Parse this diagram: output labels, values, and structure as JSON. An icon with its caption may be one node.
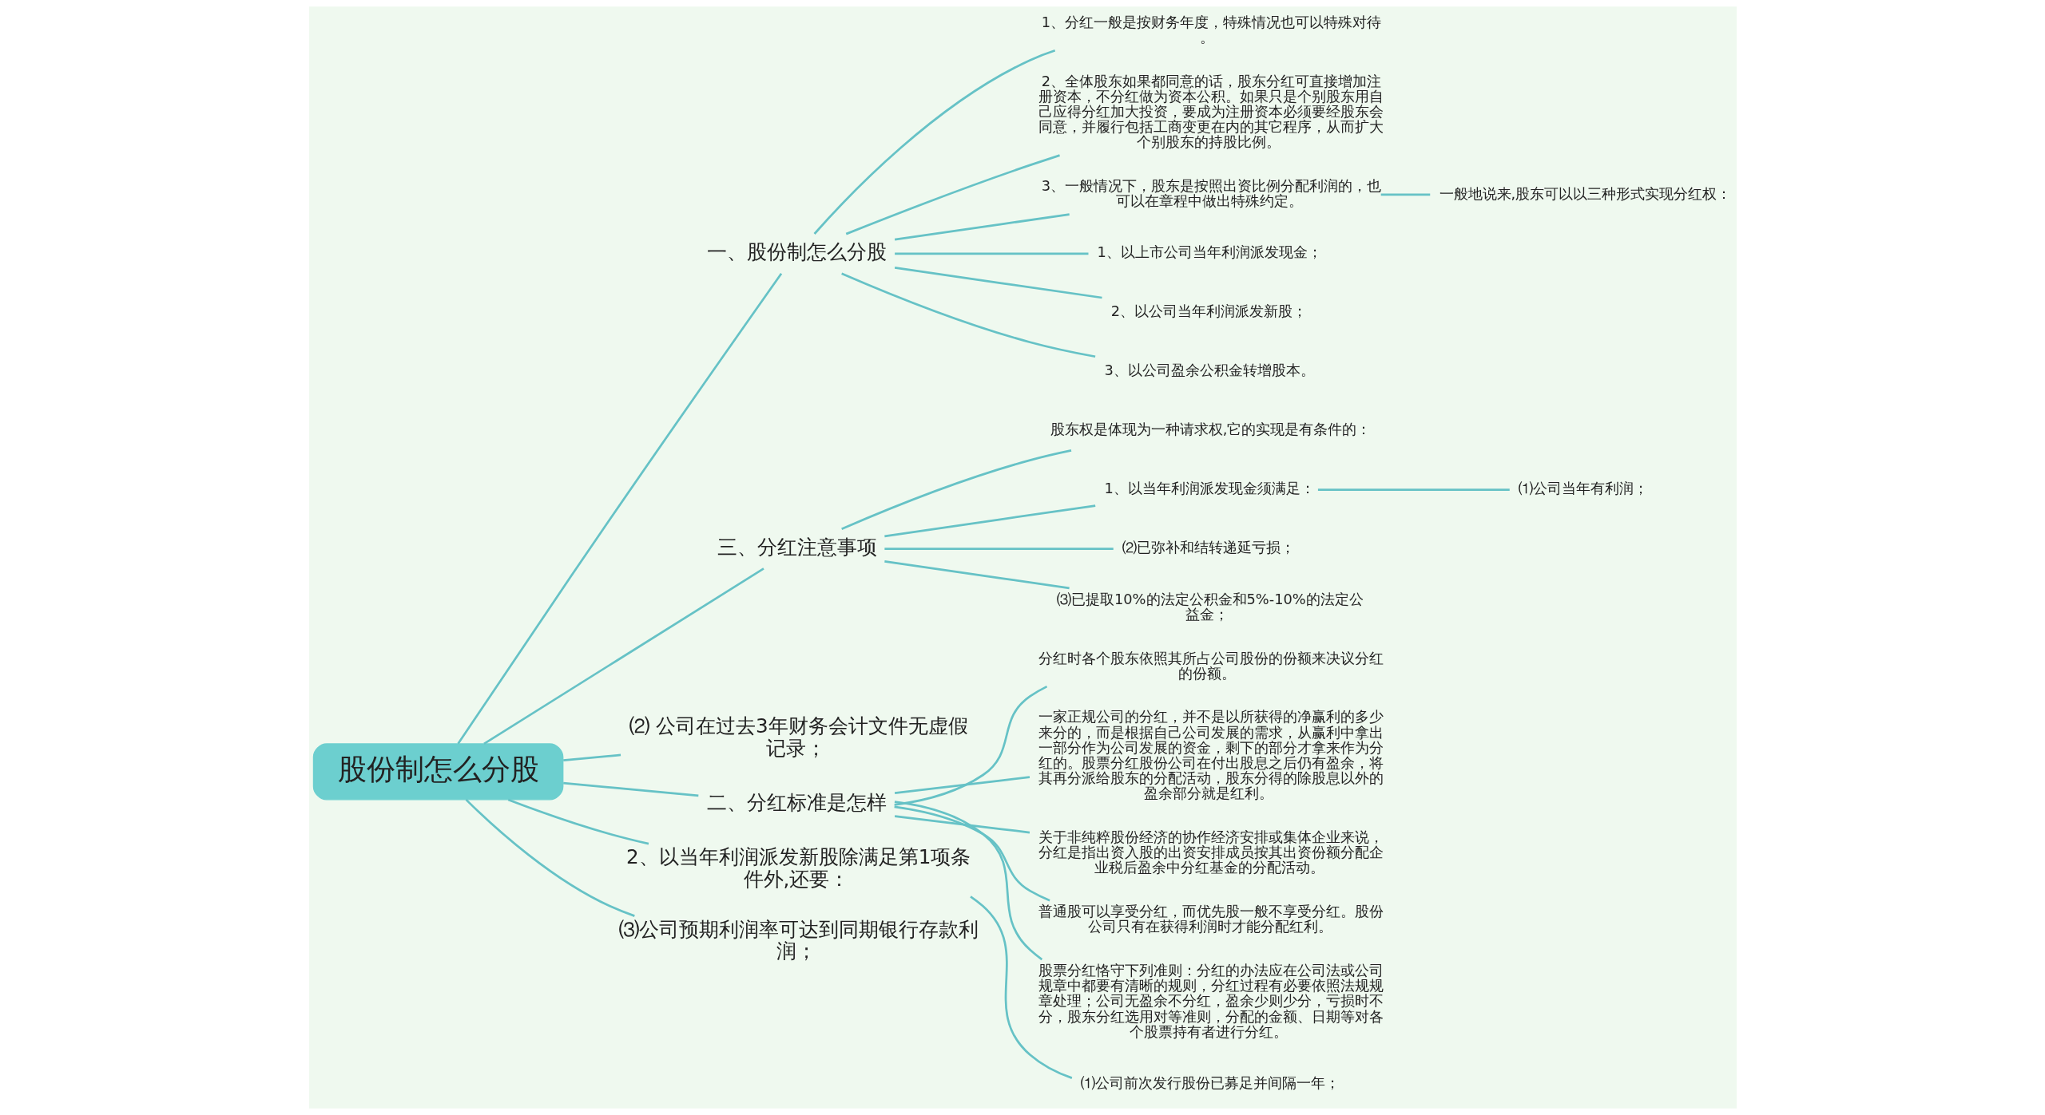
{
  "diagram": {
    "nodes": [
      {
        "text": [
          "股份制怎么分股"
        ]
      },
      {
        "text": [
          "一、股份制怎么分股"
        ]
      },
      {
        "text": [
          "1、分红一般是按财务年度，特殊情况也可以特殊对待。"
        ]
      },
      {
        "text": [
          "2、全体股东如果都同意的话，股东分红可直接增加注册资本，不分红做为资本公积。如果只是个别股东用自己应得分红加大投资，要成为注册资本必须要经股东会同意，并履行包括工商变更在内的其它程序，从而扩大个别股东的持股比例。"
        ]
      },
      {
        "text": [
          "3、一般情况下，股东是按照出资比例分配利润的，也可以在章程中做出特殊约定。"
        ]
      },
      {
        "text": [
          "一般地说来,股东可以以三种形式实现分红权："
        ]
      },
      {
        "text": [
          "1、以上市公司当年利润派发现金；"
        ]
      },
      {
        "text": [
          "2、以公司当年利润派发新股；"
        ]
      },
      {
        "text": [
          "3、以公司盈余公积金转增股本。"
        ]
      },
      {
        "text": [
          "三、分红注意事项"
        ]
      },
      {
        "text": [
          "股东权是体现为一种请求权,它的实现是有条件的："
        ]
      },
      {
        "text": [
          "1、以当年利润派发现金须满足："
        ]
      },
      {
        "text": [
          "⑴公司当年有利润；"
        ]
      },
      {
        "text": [
          "⑵已弥补和结转递延亏损；"
        ]
      },
      {
        "text": [
          "⑶已提取10%的法定公积金和5%-10%的法定公益金；"
        ]
      },
      {
        "text": [
          "⑵ 公司在过去3年财务会计文件无虚假记录；"
        ]
      },
      {
        "text": [
          "二、分红标准是怎样"
        ]
      },
      {
        "text": [
          "分红时各个股东依照其所占公司股份的份额来决议分红的份额。"
        ]
      },
      {
        "text": [
          "一家正规公司的分红，并不是以所获得的净赢利的多少来分的，而是根据自己公司发展的需求，从赢利中拿出一部分作为公司发展的资金，剩下的部分才拿来作为分红的。股票分红股份公司在付出股息之后仍有盈余，将其再分派给股东的分配活动，股东分得的除股息以外的盈余部分就是红利。"
        ]
      },
      {
        "text": [
          "关于非纯粹股份经济的协作经济安排或集体企业来说，分红是指出资入股的出资安排成员按其出资份额分配企业税后盈余中分红基金的分配活动。"
        ]
      },
      {
        "text": [
          "普通股可以享受分红，而优先股一般不享受分红。股份公司只有在获得利润时才能分配红利。"
        ]
      },
      {
        "text": [
          "股票分红恪守下列准则：分红的办法应在公司法或公司规章中都要有清晰的规则，分红过程有必要依照法规规章处理；公司无盈余不分红，盈余少则少分，亏损时不分，股东分红选用对等准则，分配的金额、日期等对各个股票持有者进行分红。"
        ]
      },
      {
        "text": [
          "2、以当年利润派发新股除满足第1项条件外,还要："
        ]
      },
      {
        "text": [
          "⑴公司前次发行股份已募足并间隔一年；"
        ]
      },
      {
        "text": [
          "⑶公司预期利润率可达到同期银行存款利润；"
        ]
      }
    ],
    "edges": [
      {
        "from": 0,
        "to": 1,
        "arrow": "none"
      },
      {
        "from": 1,
        "to": 2,
        "arrow": "none"
      },
      {
        "from": 1,
        "to": 3,
        "arrow": "none"
      },
      {
        "from": 1,
        "to": 4,
        "arrow": "none"
      },
      {
        "from": 4,
        "to": 5,
        "arrow": "none"
      },
      {
        "from": 1,
        "to": 6,
        "arrow": "none"
      },
      {
        "from": 1,
        "to": 7,
        "arrow": "none"
      },
      {
        "from": 1,
        "to": 8,
        "arrow": "none"
      },
      {
        "from": 0,
        "to": 9,
        "arrow": "none"
      },
      {
        "from": 9,
        "to": 10,
        "arrow": "none"
      },
      {
        "from": 9,
        "to": 11,
        "arrow": "none"
      },
      {
        "from": 11,
        "to": 12,
        "arrow": "none"
      },
      {
        "from": 9,
        "to": 13,
        "arrow": "none"
      },
      {
        "from": 9,
        "to": 14,
        "arrow": "none"
      },
      {
        "from": 0,
        "to": 15,
        "arrow": "none"
      },
      {
        "from": 0,
        "to": 16,
        "arrow": "none"
      },
      {
        "from": 16,
        "to": 17,
        "arrow": "none"
      },
      {
        "from": 16,
        "to": 18,
        "arrow": "none"
      },
      {
        "from": 16,
        "to": 19,
        "arrow": "none"
      },
      {
        "from": 16,
        "to": 20,
        "arrow": "none"
      },
      {
        "from": 16,
        "to": 21,
        "arrow": "none"
      },
      {
        "from": 0,
        "to": 22,
        "arrow": "none"
      },
      {
        "from": 22,
        "to": 23,
        "arrow": "none"
      },
      {
        "from": 0,
        "to": 24,
        "arrow": "none"
      }
    ]
  }
}
